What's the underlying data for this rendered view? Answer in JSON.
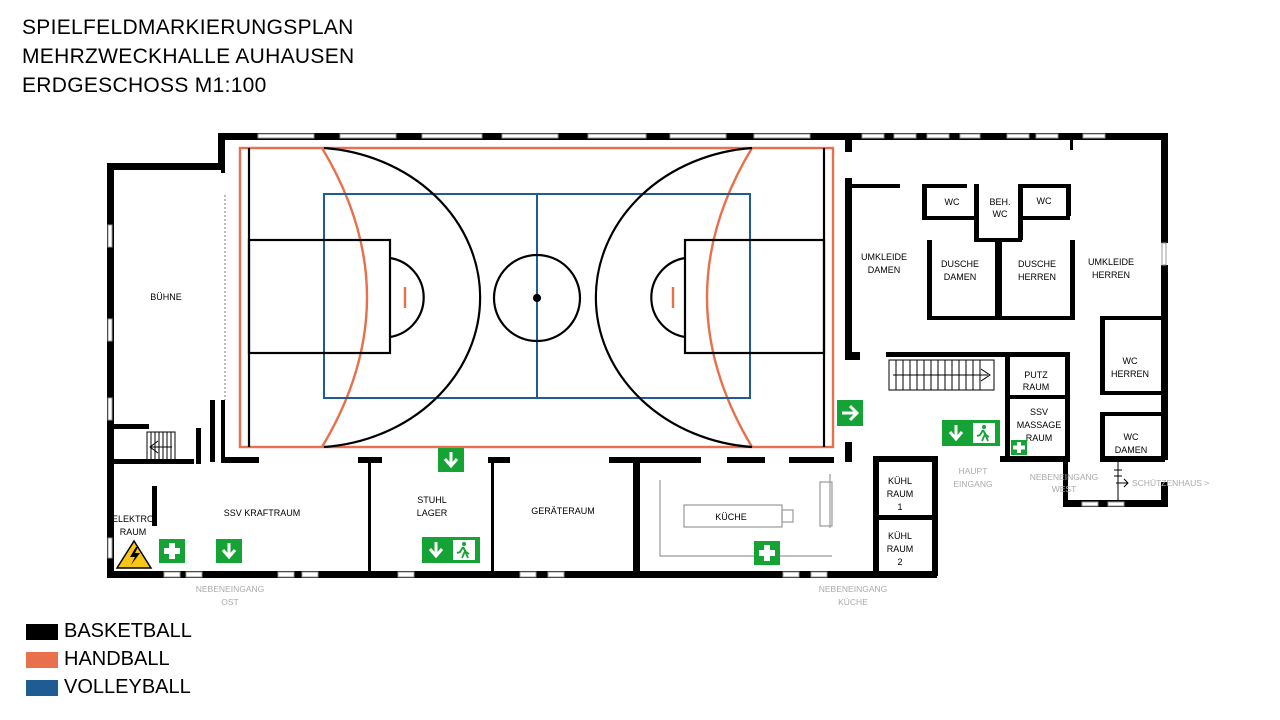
{
  "title": {
    "line1": "SPIELFELDMARKIERUNGSPLAN",
    "line2": "MEHRZWECKHALLE AUHAUSEN",
    "line3": "ERDGESCHOSS M1:100"
  },
  "rooms": {
    "buehne": "BÜHNE",
    "umkleide_damen_1": "UMKLEIDE",
    "umkleide_damen_2": "DAMEN",
    "wc1": "WC",
    "beh_wc_1": "BEH.",
    "beh_wc_2": "WC",
    "wc2": "WC",
    "dusche_damen_1": "DUSCHE",
    "dusche_damen_2": "DAMEN",
    "dusche_herren_1": "DUSCHE",
    "dusche_herren_2": "HERREN",
    "umkleide_herren_1": "UMKLEIDE",
    "umkleide_herren_2": "HERREN",
    "wc_herren_1": "WC",
    "wc_herren_2": "HERREN",
    "putz_1": "PUTZ",
    "putz_2": "RAUM",
    "massage_1": "SSV",
    "massage_2": "MASSAGE",
    "massage_3": "RAUM",
    "wc_damen_1": "WC",
    "wc_damen_2": "DAMEN",
    "elektro_1": "ELEKTRO",
    "elektro_2": "RAUM",
    "kraftraum": "SSV KRAFTRAUM",
    "stuhl_1": "STUHL",
    "stuhl_2": "LAGER",
    "geraete": "GERÄTERAUM",
    "kueche": "KÜCHE",
    "kuehl1_1": "KÜHL",
    "kuehl1_2": "RAUM",
    "kuehl1_3": "1",
    "kuehl2_1": "KÜHL",
    "kuehl2_2": "RAUM",
    "kuehl2_3": "2"
  },
  "entrances": {
    "haupt_1": "HAUPT",
    "haupt_2": "EINGANG",
    "west_1": "NEBENEINGANG",
    "west_2": "WEST",
    "schuetzenhaus": "SCHÜTZENHAUS >",
    "ost_1": "NEBENEINGANG",
    "ost_2": "OST",
    "kueche_1": "NEBENEINGANG",
    "kueche_2": "KÜCHE"
  },
  "legend": {
    "basketball": "BASKETBALL",
    "handball": "HANDBALL",
    "volleyball": "VOLLEYBALL"
  },
  "colors": {
    "basketball": "#000000",
    "handball": "#e8704c",
    "volleyball": "#1f5c94",
    "exit_sign": "#16a336"
  },
  "icons": {
    "exit": "emergency-exit-sign",
    "first_aid": "first-aid-sign",
    "high_voltage": "high-voltage-warning-sign",
    "arrow_down": "arrow-down-sign",
    "arrow_right": "arrow-right-sign"
  }
}
